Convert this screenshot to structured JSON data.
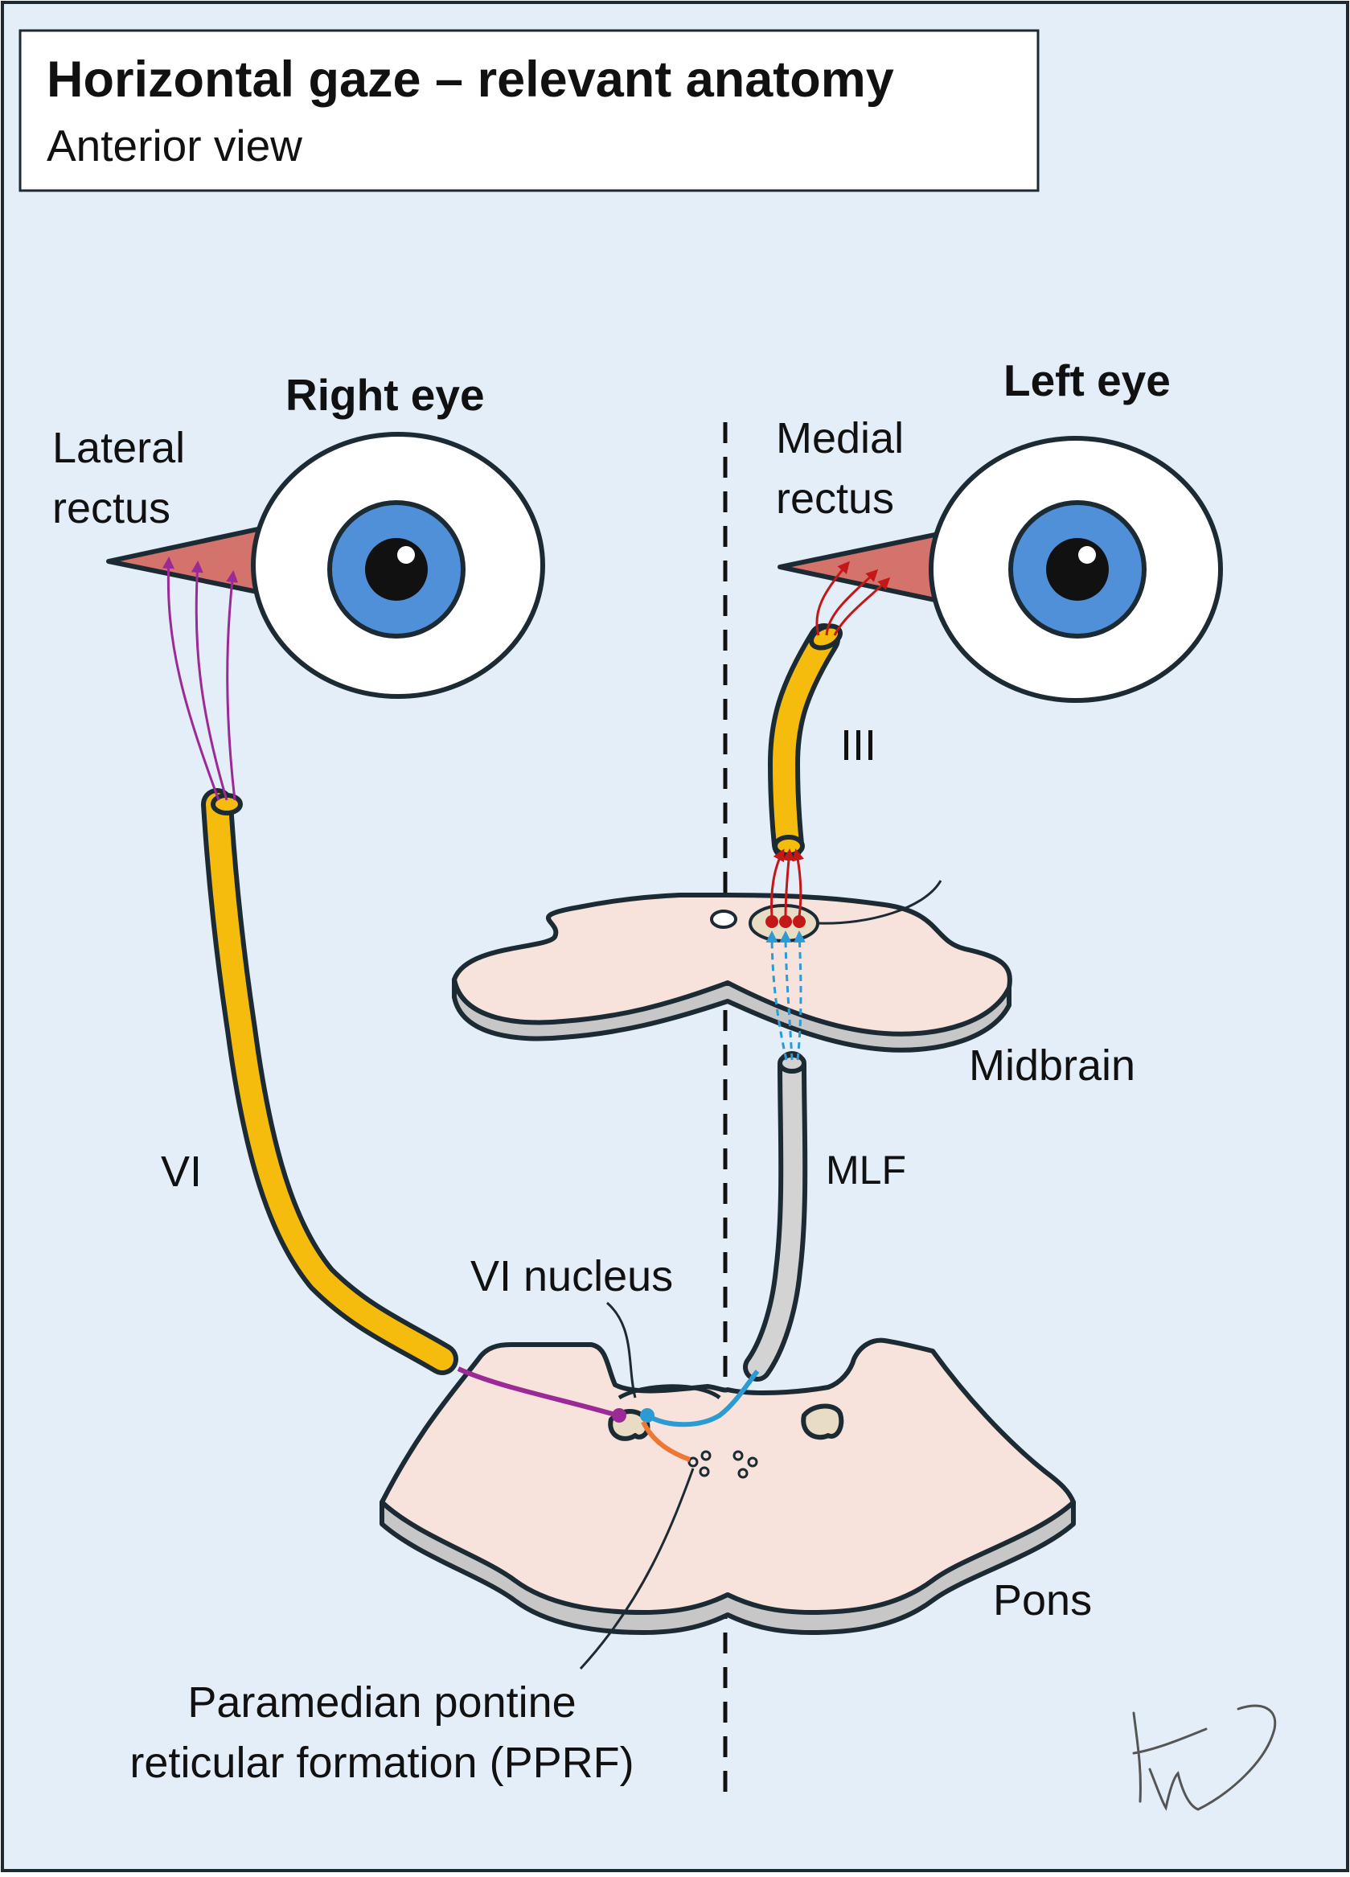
{
  "title": "Horizontal gaze – relevant anatomy",
  "subtitle": "Anterior view",
  "labels": {
    "right_eye": "Right eye",
    "left_eye": "Left eye",
    "lateral_rectus_line1": "Lateral",
    "lateral_rectus_line2": "rectus",
    "medial_rectus_line1": "Medial",
    "medial_rectus_line2": "rectus",
    "nerve_vi": "VI",
    "nerve_iii": "III",
    "midbrain": "Midbrain",
    "mlf": "MLF",
    "vi_nucleus": "VI nucleus",
    "pons": "Pons",
    "pprf_line1": "Paramedian pontine",
    "pprf_line2": "reticular formation (PPRF)"
  },
  "colors": {
    "background": "#e3eef9",
    "border": "#1b2a33",
    "iris": "#4f90d9",
    "muscle": "#d4726c",
    "nerve": "#f6bc0d",
    "tissue": "#f7e2dc",
    "tissue_shadow": "#c7c7c7",
    "mlf_tract": "#d3d3d3",
    "vi_fibers": "#9b2a96",
    "iii_fibers": "#c41717",
    "mlf_fibers": "#2c9bd4",
    "pprf_fibers": "#ee7733",
    "nucleus_fill": "#e8dcc4"
  },
  "signature": "handwritten signature"
}
